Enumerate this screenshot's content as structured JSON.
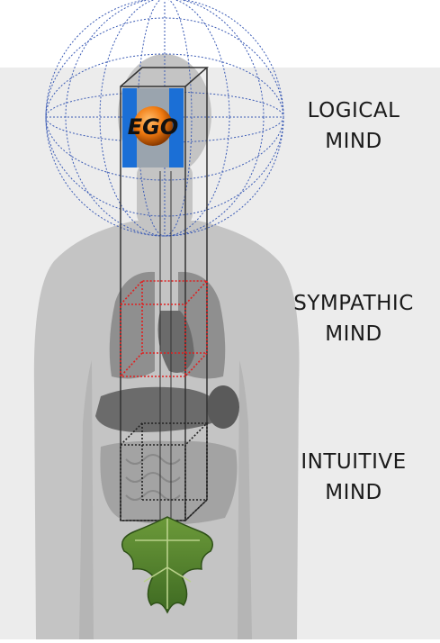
{
  "labels": {
    "logical": {
      "line1": "LOGICAL",
      "line2": "MIND"
    },
    "sympathic": {
      "line1": "SYMPATHIC",
      "line2": "MIND"
    },
    "intuitive": {
      "line1": "INTUITIVE",
      "line2": "MIND"
    }
  },
  "ego": {
    "text": "EGO"
  },
  "colors": {
    "background_panel": "#ececec",
    "body_silhouette": "#c2c2c2",
    "organ_dark": "#6b6b6b",
    "globe_lines": "#3b5bb5",
    "sympathic_box": "#e02020",
    "intuitive_box": "#222222",
    "ego_orange": "#f07a10",
    "ego_blue": "#1b6fd6",
    "leaf_green": "#4a7a2a"
  }
}
